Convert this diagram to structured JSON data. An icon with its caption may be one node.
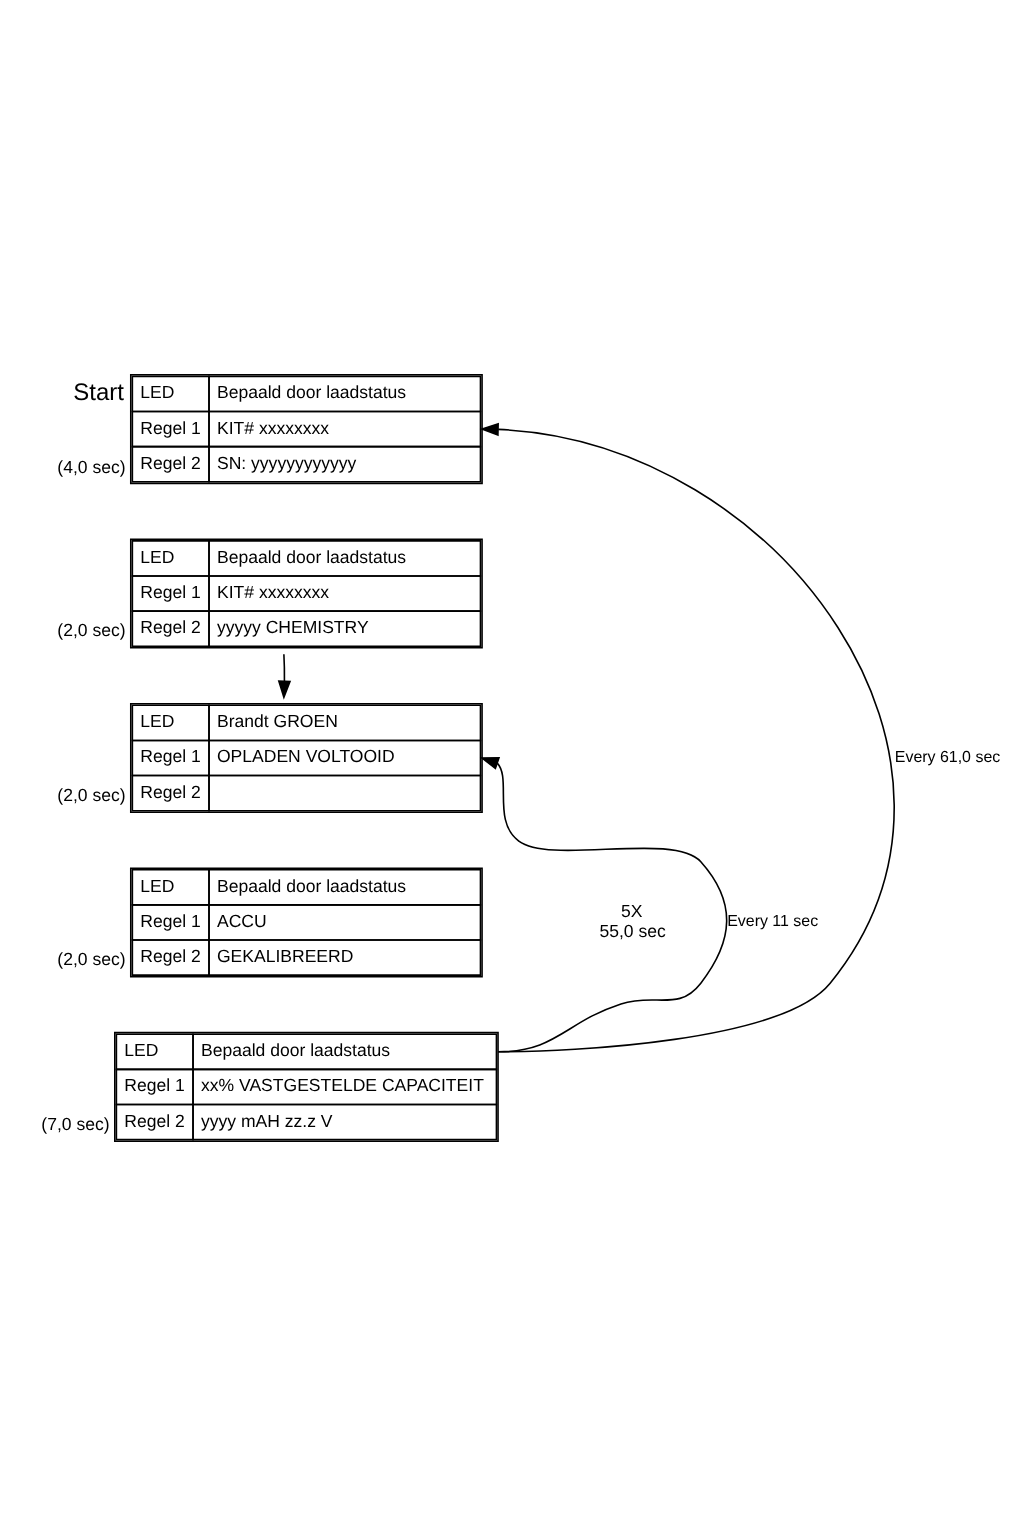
{
  "diagram": {
    "nodes": [
      {
        "text": [
          "LED",
          "Bepaald door laadstatus",
          "Regel 1",
          "KIT# xxxxxxxx",
          "Regel 2",
          "SN: yyyyyyyyyyyy"
        ],
        "beside": [
          "Start",
          "(4,0 sec)"
        ]
      },
      {
        "text": [
          "LED",
          "Bepaald door laadstatus",
          "Regel 1",
          "KIT# xxxxxxxx",
          "Regel 2",
          "yyyyy CHEMISTRY"
        ],
        "beside": [
          "(2,0 sec)"
        ]
      },
      {
        "text": [
          "LED",
          "Brandt GROEN",
          "Regel 1",
          "OPLADEN VOLTOOID",
          "Regel 2"
        ],
        "beside": [
          "(2,0 sec)"
        ]
      },
      {
        "text": [
          "LED",
          "Bepaald door laadstatus",
          "Regel 1",
          "ACCU",
          "Regel 2",
          "GEKALIBREERD"
        ],
        "beside": [
          "(2,0 sec)"
        ]
      },
      {
        "text": [
          "LED",
          "Bepaald door laadstatus",
          "Regel 1",
          "xx% VASTGESTELDE CAPACITEIT",
          "Regel 2",
          "yyyy mAH zz.z V"
        ],
        "beside": [
          "(7,0 sec)"
        ]
      }
    ],
    "edges": [
      {
        "from": 1,
        "to": 2,
        "arrow": "to"
      },
      {
        "from": 4,
        "to": 2,
        "arrow": "to",
        "label": "Every 11 sec"
      },
      {
        "from": 4,
        "to": 0,
        "arrow": "to",
        "label": "Every 61,0 sec"
      }
    ],
    "labels": [
      "5X",
      "55,0 sec"
    ]
  }
}
